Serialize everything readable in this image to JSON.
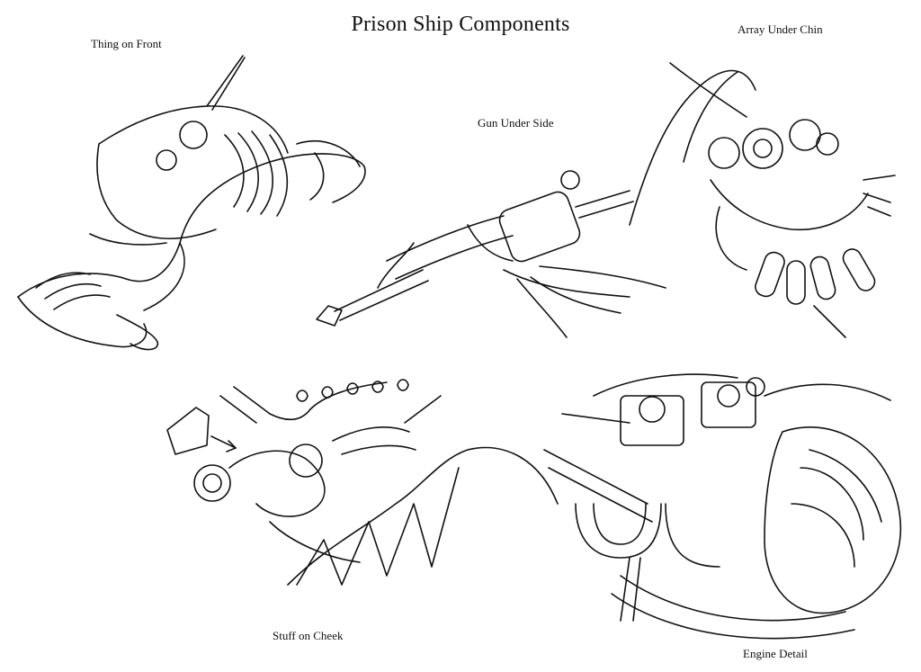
{
  "sheet": {
    "title": "Prison Ship Components",
    "labels": {
      "thing_on_front": "Thing on Front",
      "gun_under_side": "Gun Under Side",
      "array_under_chin": "Array Under Chin",
      "stuff_on_cheek": "Stuff  on Cheek",
      "engine_detail": "Engine Detail"
    }
  }
}
